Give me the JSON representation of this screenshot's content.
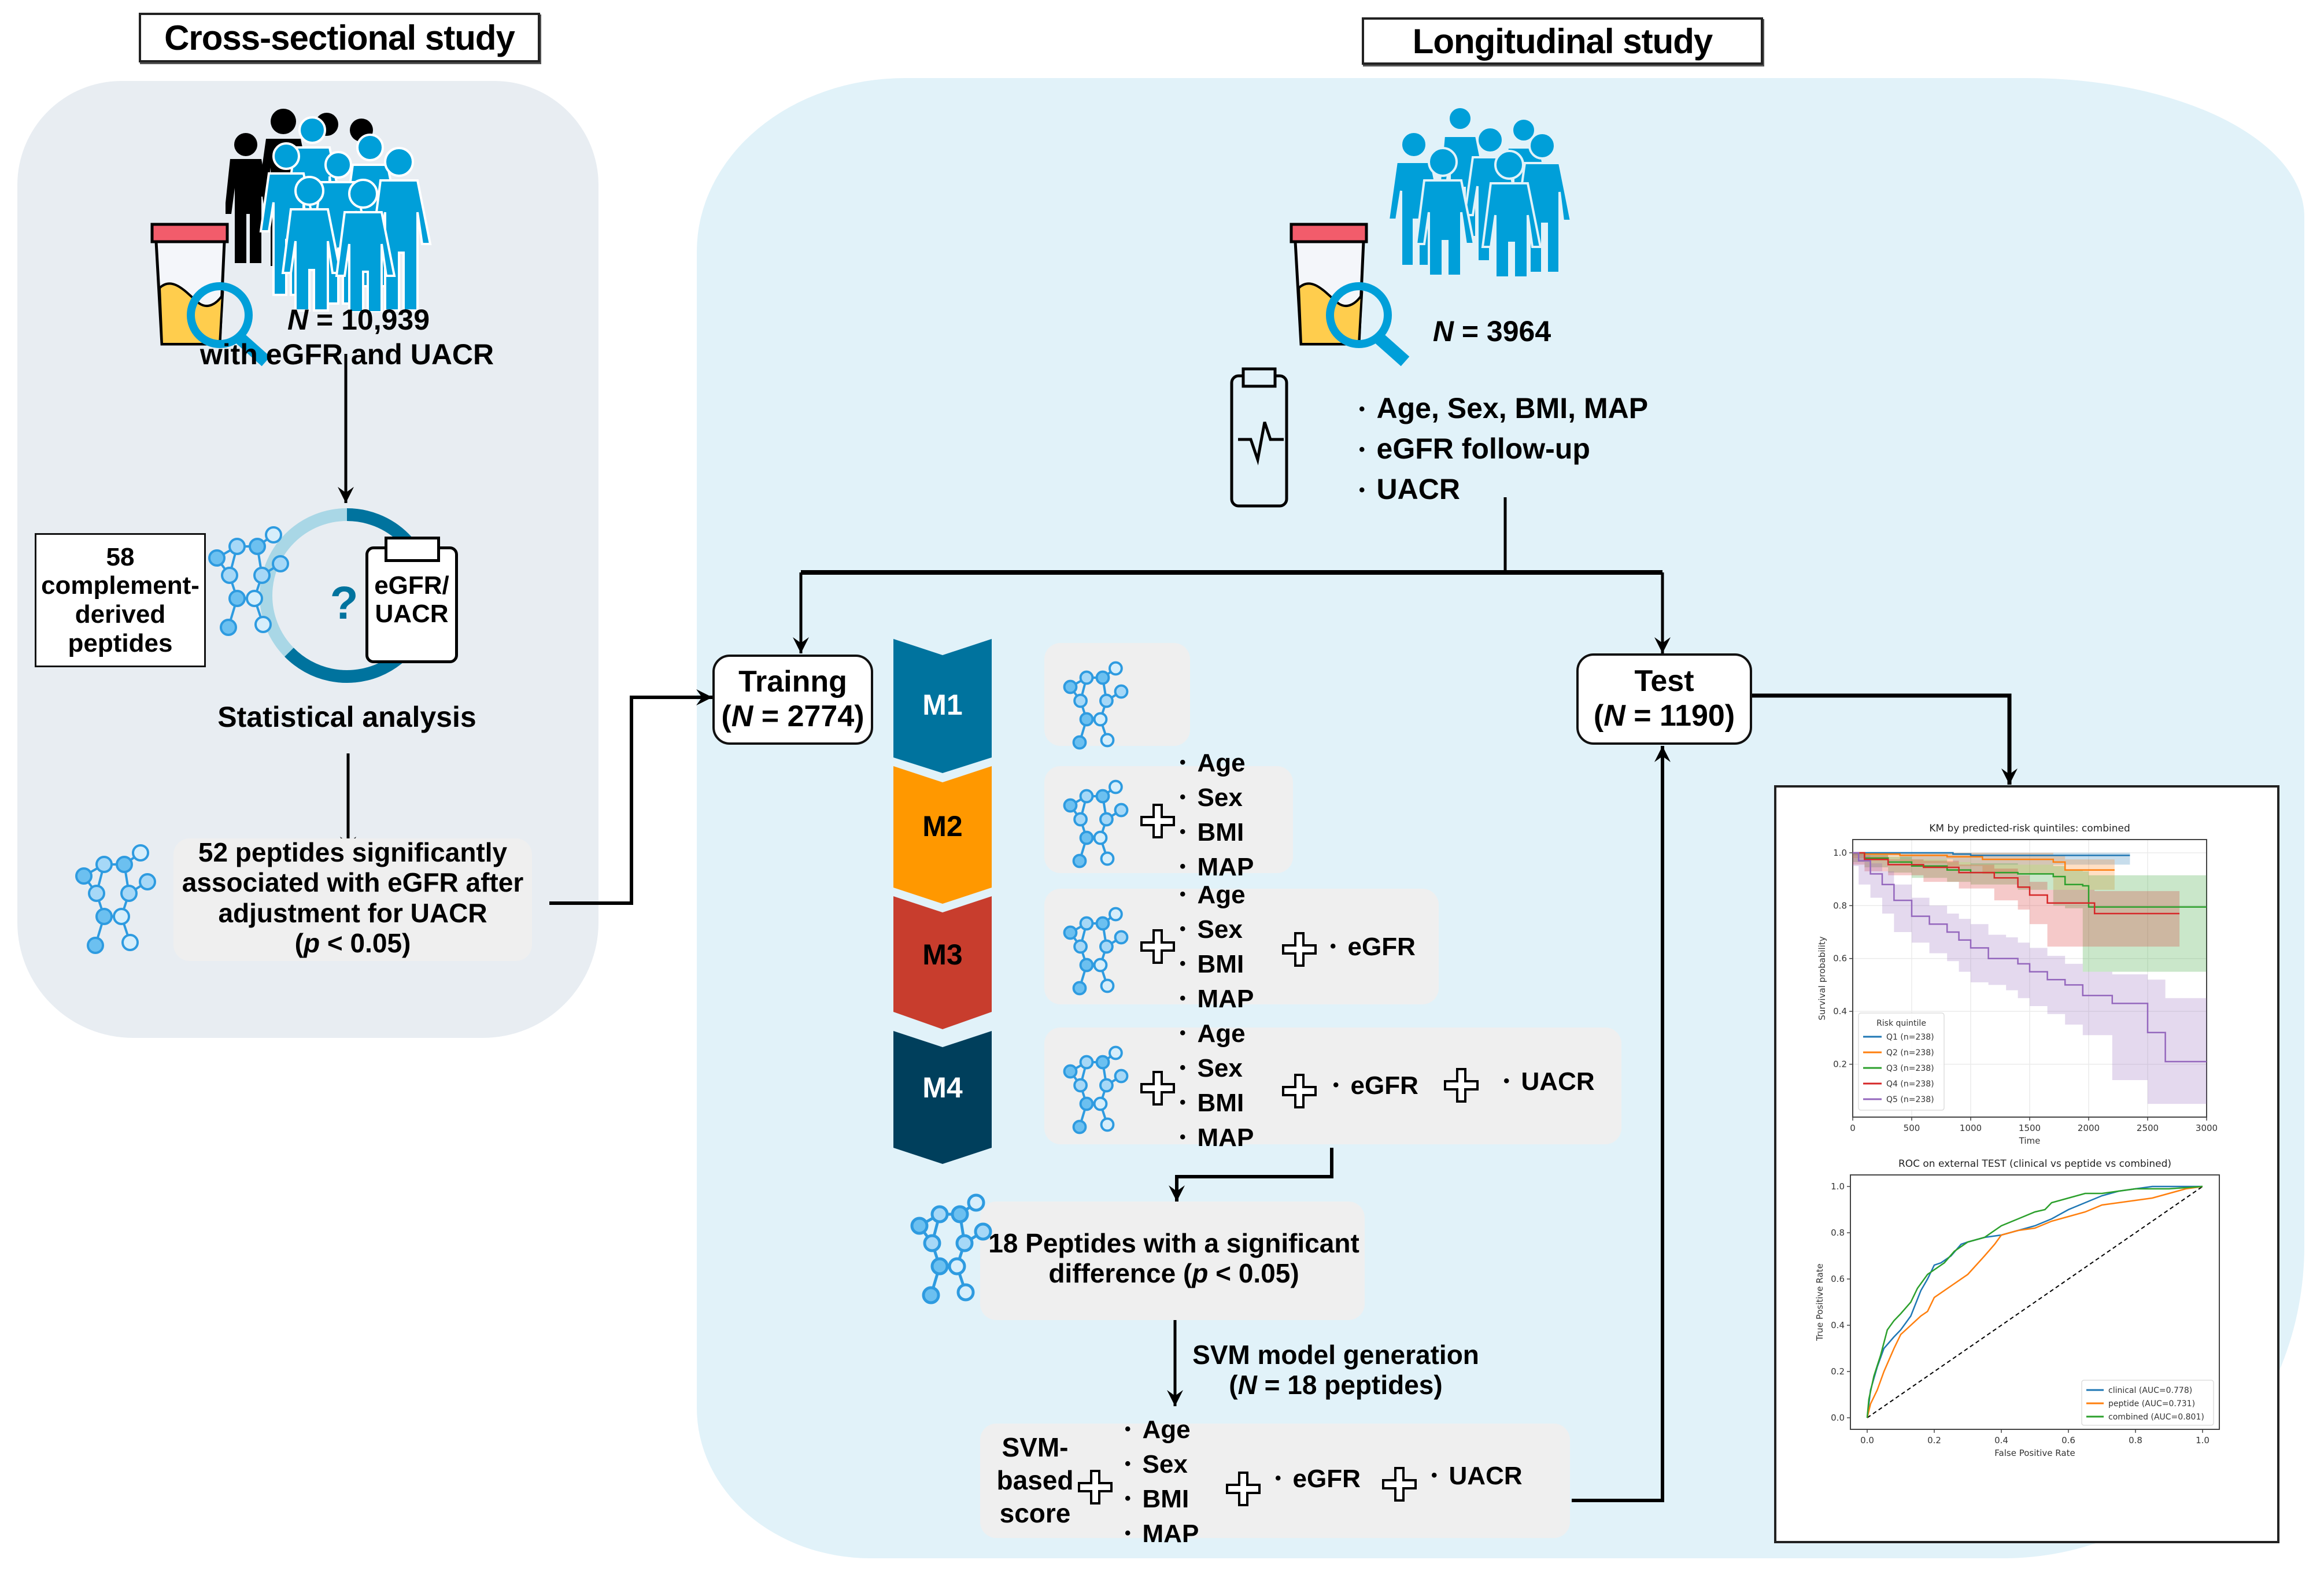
{
  "cross_sectional": {
    "title": "Cross-sectional study",
    "cohort_n": "N",
    "cohort_n_value": " = 10,939",
    "cohort_desc": "with eGFR and UACR",
    "peptides_box": [
      "58",
      "complement-",
      "derived",
      "peptides"
    ],
    "clipboard_label": [
      "eGFR/",
      "UACR"
    ],
    "question_mark": "?",
    "analysis_label": "Statistical analysis",
    "result_lines": [
      "52 peptides significantly",
      "associated with eGFR after",
      "adjustment for UACR"
    ],
    "result_p_open": "(",
    "result_p_var": "p",
    "result_p_rest": " < 0.05)"
  },
  "longitudinal": {
    "title": "Longitudinal study",
    "cohort_n": "N",
    "cohort_n_value": " = 3964",
    "clinical_items": [
      "Age, Sex, BMI, MAP",
      "eGFR follow-up",
      "UACR"
    ],
    "training": {
      "label": "Trainng",
      "n_open": "(",
      "n_var": "N",
      "n_rest": " = 2774)"
    },
    "test": {
      "label": "Test",
      "n_open": "(",
      "n_var": "N",
      "n_rest": " = 1190)"
    },
    "models": [
      {
        "label": "M1",
        "color": "#00739E",
        "text_color": "#FFFFFF"
      },
      {
        "label": "M2",
        "color": "#FF9800",
        "text_color": "#000000"
      },
      {
        "label": "M3",
        "color": "#C83D2D",
        "text_color": "#000000"
      },
      {
        "label": "M4",
        "color": "#003F5C",
        "text_color": "#FFFFFF"
      }
    ],
    "covariates": [
      "Age",
      "Sex",
      "BMI",
      "MAP"
    ],
    "egfr": "eGFR",
    "uacr": "UACR",
    "peptides18_lines": [
      "18 Peptides with a significant"
    ],
    "peptides18_line2_a": "difference (",
    "peptides18_line2_p": "p",
    "peptides18_line2_b": " < 0.05)",
    "svm_gen_label": "SVM model generation",
    "svm_gen_n_open": "(",
    "svm_gen_n_var": "N",
    "svm_gen_n_rest": " = 18 peptides)",
    "svm_score": [
      "SVM-",
      "based",
      "score"
    ]
  },
  "colors": {
    "left_panel": "#E8EDF2",
    "right_panel": "#E1F2F9",
    "people_blue": "#009FD9",
    "peptide_blue": "#2E9BE0",
    "cup_lid": "#F25C6B",
    "cup_urine": "#FFCD4D",
    "cycle_dark": "#00739E",
    "cycle_light": "#A9D7E6"
  },
  "chart_data": [
    {
      "type": "line",
      "subtype": "kaplan-meier",
      "title": "KM by predicted-risk quintiles: combined",
      "xlabel": "Time",
      "ylabel": "Survival probability",
      "xlim": [
        0,
        3000
      ],
      "ylim": [
        0.0,
        1.05
      ],
      "xticks": [
        0,
        500,
        1000,
        1500,
        2000,
        2500,
        3000
      ],
      "yticks": [
        0.2,
        0.4,
        0.6,
        0.8,
        1.0
      ],
      "grid": true,
      "legend_title": "Risk quintile",
      "legend_position": "lower-left",
      "series": [
        {
          "name": "Q1 (n=238)",
          "color": "#1F77B4",
          "x": [
            0,
            400,
            850,
            1000,
            2350
          ],
          "y": [
            1.0,
            1.0,
            0.995,
            0.99,
            0.99
          ],
          "ci_low": [
            1.0,
            0.99,
            0.975,
            0.965,
            0.955
          ],
          "ci_high": [
            1.0,
            1.0,
            1.0,
            1.0,
            1.0
          ]
        },
        {
          "name": "Q2 (n=238)",
          "color": "#FF7F0E",
          "x": [
            0,
            100,
            400,
            800,
            1100,
            1700,
            1800,
            2220
          ],
          "y": [
            1.0,
            0.995,
            0.99,
            0.985,
            0.975,
            0.965,
            0.935,
            0.935
          ],
          "ci_low": [
            1.0,
            0.98,
            0.97,
            0.96,
            0.95,
            0.92,
            0.86,
            0.86
          ],
          "ci_high": [
            1.0,
            1.0,
            1.0,
            1.0,
            1.0,
            0.99,
            0.975,
            0.975
          ]
        },
        {
          "name": "Q3 (n=238)",
          "color": "#2CA02C",
          "x": [
            0,
            100,
            300,
            500,
            800,
            1000,
            1400,
            1700,
            1800,
            1950,
            2000,
            3000
          ],
          "y": [
            1.0,
            0.98,
            0.965,
            0.95,
            0.935,
            0.925,
            0.92,
            0.91,
            0.88,
            0.875,
            0.795,
            0.795
          ],
          "ci_low": [
            1.0,
            0.965,
            0.945,
            0.925,
            0.905,
            0.89,
            0.88,
            0.86,
            0.8,
            0.79,
            0.55,
            0.55
          ],
          "ci_high": [
            1.0,
            0.995,
            0.985,
            0.975,
            0.965,
            0.96,
            0.955,
            0.95,
            0.935,
            0.93,
            0.915,
            0.915
          ]
        },
        {
          "name": "Q4 (n=238)",
          "color": "#D62728",
          "x": [
            0,
            100,
            300,
            600,
            900,
            1200,
            1400,
            1500,
            1650,
            2050,
            2770
          ],
          "y": [
            1.0,
            0.975,
            0.955,
            0.945,
            0.925,
            0.905,
            0.87,
            0.84,
            0.81,
            0.77,
            0.77
          ],
          "ci_low": [
            1.0,
            0.955,
            0.93,
            0.915,
            0.89,
            0.865,
            0.82,
            0.785,
            0.73,
            0.645,
            0.645
          ],
          "ci_high": [
            1.0,
            0.99,
            0.975,
            0.97,
            0.955,
            0.94,
            0.915,
            0.89,
            0.86,
            0.855,
            0.855
          ]
        },
        {
          "name": "Q5 (n=238)",
          "color": "#9467BD",
          "x": [
            0,
            50,
            150,
            250,
            350,
            500,
            650,
            800,
            900,
            1000,
            1150,
            1300,
            1400,
            1500,
            1650,
            1800,
            1950,
            2200,
            2500,
            2650,
            3000
          ],
          "y": [
            1.0,
            0.97,
            0.92,
            0.88,
            0.82,
            0.76,
            0.73,
            0.7,
            0.67,
            0.64,
            0.6,
            0.6,
            0.58,
            0.55,
            0.52,
            0.5,
            0.46,
            0.43,
            0.32,
            0.21,
            0.21
          ],
          "ci_low": [
            1.0,
            0.95,
            0.88,
            0.83,
            0.77,
            0.7,
            0.66,
            0.62,
            0.59,
            0.55,
            0.51,
            0.5,
            0.48,
            0.45,
            0.42,
            0.39,
            0.35,
            0.31,
            0.14,
            0.05,
            0.05
          ],
          "ci_high": [
            1.0,
            0.99,
            0.96,
            0.93,
            0.88,
            0.83,
            0.8,
            0.77,
            0.75,
            0.73,
            0.69,
            0.68,
            0.66,
            0.64,
            0.61,
            0.58,
            0.55,
            0.54,
            0.52,
            0.45,
            0.45
          ]
        }
      ]
    },
    {
      "type": "line",
      "subtype": "roc",
      "title": "ROC on external TEST (clinical vs peptide vs combined)",
      "xlabel": "False Positive Rate",
      "ylabel": "True Positive Rate",
      "xlim": [
        -0.05,
        1.05
      ],
      "ylim": [
        -0.05,
        1.05
      ],
      "xticks": [
        0.0,
        0.2,
        0.4,
        0.6,
        0.8,
        1.0
      ],
      "yticks": [
        0.0,
        0.2,
        0.4,
        0.6,
        0.8,
        1.0
      ],
      "grid": false,
      "legend_position": "lower-right",
      "reference_line": {
        "x": [
          0,
          1
        ],
        "y": [
          0,
          1
        ],
        "style": "dashed",
        "color": "#000000"
      },
      "series": [
        {
          "name": "clinical (AUC=0.778)",
          "color": "#1F77B4",
          "x": [
            0,
            0.01,
            0.03,
            0.05,
            0.08,
            0.1,
            0.13,
            0.16,
            0.18,
            0.2,
            0.22,
            0.25,
            0.28,
            0.3,
            0.35,
            0.4,
            0.45,
            0.5,
            0.55,
            0.6,
            0.65,
            0.7,
            0.75,
            0.8,
            0.85,
            0.9,
            1.0
          ],
          "y": [
            0,
            0.12,
            0.22,
            0.3,
            0.35,
            0.38,
            0.44,
            0.55,
            0.6,
            0.66,
            0.67,
            0.7,
            0.75,
            0.76,
            0.78,
            0.79,
            0.81,
            0.83,
            0.86,
            0.9,
            0.93,
            0.96,
            0.98,
            0.99,
            1.0,
            1.0,
            1.0
          ]
        },
        {
          "name": "peptide (AUC=0.731)",
          "color": "#FF7F0E",
          "x": [
            0,
            0.01,
            0.03,
            0.05,
            0.08,
            0.1,
            0.13,
            0.16,
            0.18,
            0.2,
            0.25,
            0.3,
            0.35,
            0.38,
            0.4,
            0.45,
            0.5,
            0.55,
            0.6,
            0.65,
            0.7,
            0.75,
            0.8,
            0.85,
            0.9,
            0.95,
            1.0
          ],
          "y": [
            0,
            0.06,
            0.12,
            0.2,
            0.3,
            0.36,
            0.4,
            0.44,
            0.46,
            0.52,
            0.57,
            0.62,
            0.7,
            0.75,
            0.79,
            0.81,
            0.82,
            0.85,
            0.87,
            0.89,
            0.92,
            0.93,
            0.94,
            0.95,
            0.97,
            0.99,
            1.0
          ]
        },
        {
          "name": "combined (AUC=0.801)",
          "color": "#2CA02C",
          "x": [
            0,
            0.005,
            0.02,
            0.04,
            0.06,
            0.08,
            0.1,
            0.13,
            0.15,
            0.18,
            0.2,
            0.23,
            0.26,
            0.3,
            0.35,
            0.4,
            0.45,
            0.5,
            0.53,
            0.55,
            0.6,
            0.65,
            0.7,
            0.75,
            0.8,
            0.9,
            1.0
          ],
          "y": [
            0,
            0.08,
            0.18,
            0.27,
            0.38,
            0.42,
            0.45,
            0.5,
            0.56,
            0.62,
            0.64,
            0.67,
            0.72,
            0.76,
            0.78,
            0.83,
            0.86,
            0.89,
            0.9,
            0.93,
            0.95,
            0.97,
            0.97,
            0.98,
            0.99,
            0.99,
            1.0
          ]
        }
      ]
    }
  ]
}
